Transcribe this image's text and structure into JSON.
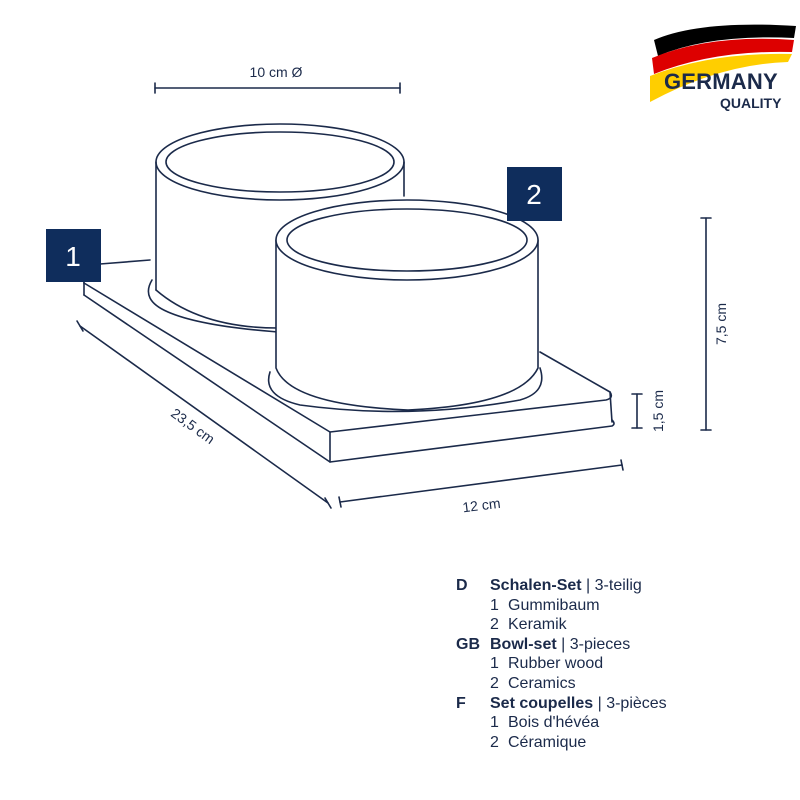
{
  "dimensions": {
    "diameter": "10 cm Ø",
    "height": "7,5 cm",
    "board_thickness": "1,5 cm",
    "depth": "23,5 cm",
    "width": "12 cm"
  },
  "markers": {
    "board": "1",
    "bowl": "2"
  },
  "badge": {
    "word": "GERMANY",
    "sub": "QUALITY",
    "flag_colors": [
      "#000000",
      "#dd0000",
      "#ffce00"
    ]
  },
  "legend": [
    {
      "code": "D",
      "title": "Schalen-Set",
      "detail": " | 3-teilig",
      "items": [
        {
          "num": "1",
          "label": "Gummibaum"
        },
        {
          "num": "2",
          "label": "Keramik"
        }
      ]
    },
    {
      "code": "GB",
      "title": "Bowl-set",
      "detail": " | 3-pieces",
      "items": [
        {
          "num": "1",
          "label": "Rubber wood"
        },
        {
          "num": "2",
          "label": "Ceramics"
        }
      ]
    },
    {
      "code": "F",
      "title": "Set coupelles",
      "detail": " | 3-pièces",
      "items": [
        {
          "num": "1",
          "label": "Bois d'hévéa"
        },
        {
          "num": "2",
          "label": "Céramique"
        }
      ]
    }
  ],
  "colors": {
    "line": "#1b2a4a",
    "marker_bg": "#0f2d5c"
  }
}
